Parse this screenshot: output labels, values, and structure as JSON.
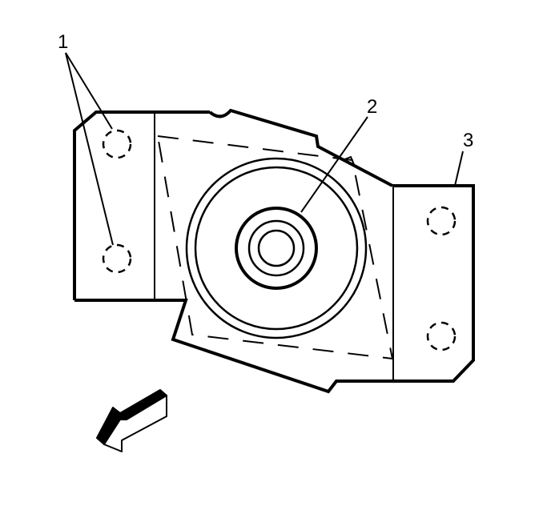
{
  "diagram": {
    "type": "technical-line-drawing",
    "subject": "mount bracket with isolator",
    "colors": {
      "stroke": "#000000",
      "background": "#ffffff"
    },
    "callouts": [
      {
        "id": "1",
        "label": "1",
        "targets": "upper and lower left mounting holes"
      },
      {
        "id": "2",
        "label": "2",
        "targets": "center isolator bushing"
      },
      {
        "id": "3",
        "label": "3",
        "targets": "right bracket plate"
      }
    ],
    "icons": [
      {
        "name": "direction-arrow-icon",
        "meaning": "front / view direction arrow"
      }
    ]
  }
}
